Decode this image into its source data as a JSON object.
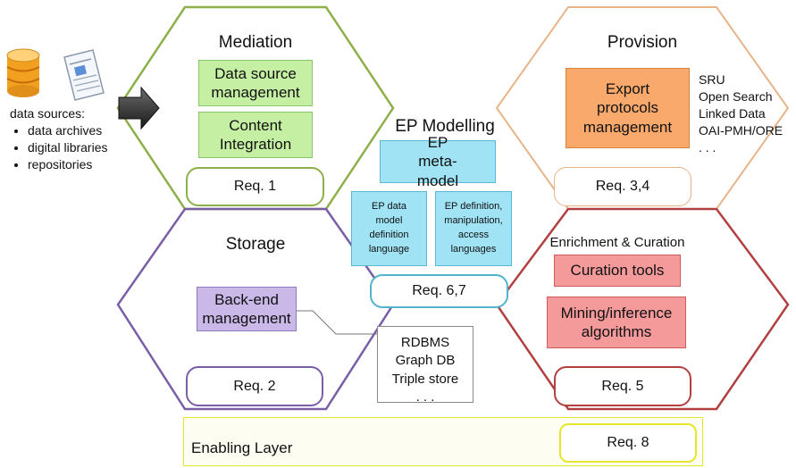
{
  "data_sources": {
    "heading": "data sources:",
    "items": [
      "data archives",
      "digital libraries",
      "repositories"
    ]
  },
  "mediation": {
    "title": "Mediation",
    "box1": "Data source management",
    "box2": "Content Integration",
    "req": "Req. 1"
  },
  "provision": {
    "title": "Provision",
    "box": "Export protocols management",
    "req": "Req. 3,4",
    "protocols": [
      "SRU",
      "Open Search",
      "Linked Data",
      "OAI-PMH/ORE",
      ". . ."
    ]
  },
  "ep_modelling": {
    "title": "EP Modelling",
    "metamodel": "EP meta-model",
    "data_model_lang": "EP data model definition language",
    "definition_lang": "EP definition, manipulation, access languages",
    "req": "Req. 6,7"
  },
  "storage": {
    "title": "Storage",
    "box": "Back-end management",
    "req": "Req. 2",
    "backends": [
      "RDBMS",
      "Graph DB",
      "Triple store",
      ". . ."
    ]
  },
  "enrichment": {
    "title": "Enrichment & Curation",
    "box1": "Curation tools",
    "box2": "Mining/inference algorithms",
    "req": "Req. 5"
  },
  "enabling": {
    "title": "Enabling Layer",
    "req": "Req. 8"
  },
  "colors": {
    "mediation": "#8db04a",
    "provision": "#e8b48a",
    "storage": "#7b5ea8",
    "enrichment": "#b24040",
    "ep_modelling": "#4fb4cc",
    "enabling": "#e6e62a"
  }
}
